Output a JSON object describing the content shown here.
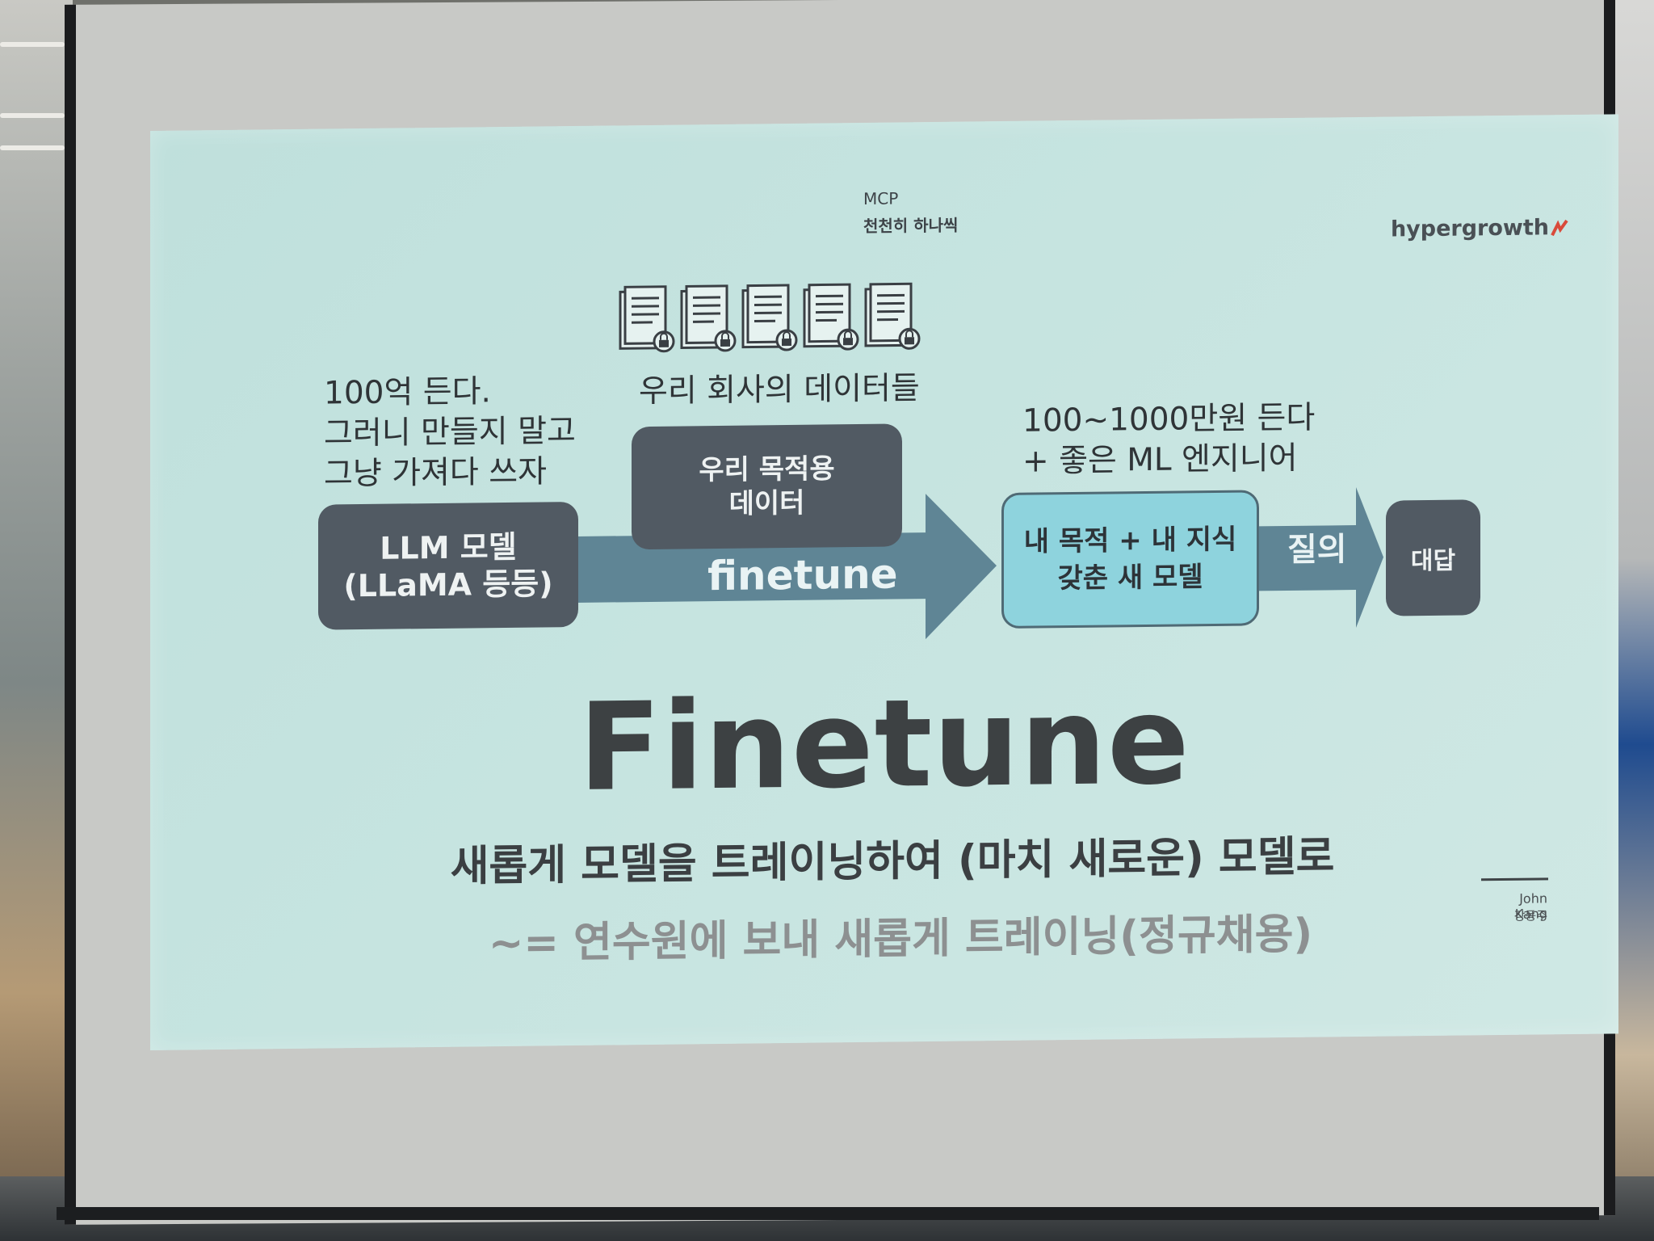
{
  "slide": {
    "header_top": "MCP",
    "header_sub": "천천히 하나씩",
    "brand": "hypergrowth",
    "note_left": [
      "100억 든다.",
      "그러니 만들지 말고",
      "그냥 가져다 쓰자"
    ],
    "note_mid": "우리 회사의 데이터들",
    "note_right": [
      "100~1000만원 든다",
      "+ 좋은 ML 엔지니어"
    ],
    "box_llm": [
      "LLM 모델",
      "(LLaMA 등등)"
    ],
    "box_data": [
      "우리 목적용",
      "데이터"
    ],
    "arrow_finetune": "finetune",
    "box_new": [
      "내 목적 + 내 지식",
      "갖춘 새 모델"
    ],
    "arrow_query": "질의",
    "box_answer": "대답",
    "title": "Finetune",
    "subtitle1": "새롭게 모델을 트레이닝하여 (마치 새로운) 모델로",
    "subtitle2": "~= 연수원에 보내 새롭게 트레이닝(정규채용)",
    "author_en": "John Kang",
    "author_ko": "강동주"
  },
  "colors": {
    "slide_bg": "#c6e4e0",
    "dark_box": "#515a63",
    "arrow": "#5f8595",
    "highlight_box": "#8ed3dd"
  }
}
